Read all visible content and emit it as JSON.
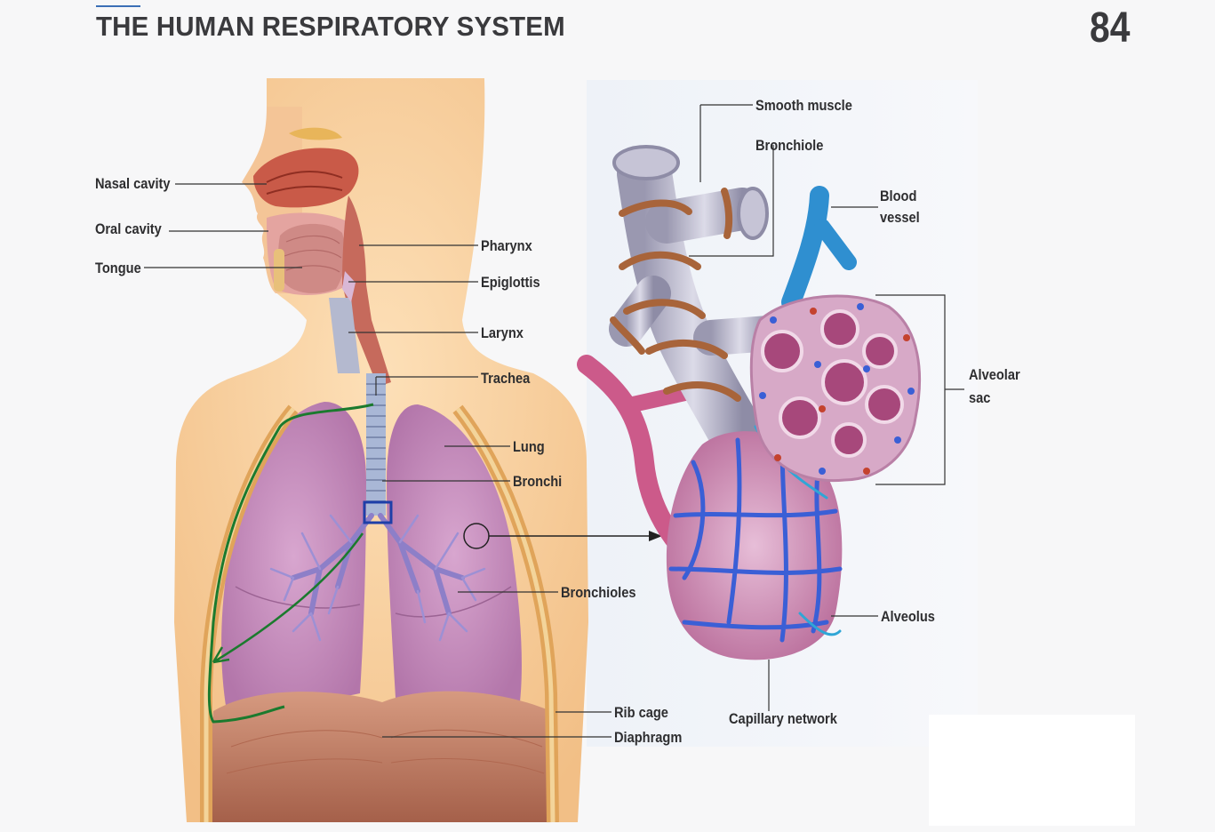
{
  "header": {
    "title": "THE HUMAN RESPIRATORY SYSTEM",
    "page_number": "84"
  },
  "labels": {
    "nasal_cavity": "Nasal cavity",
    "oral_cavity": "Oral cavity",
    "tongue": "Tongue",
    "pharynx": "Pharynx",
    "epiglottis": "Epiglottis",
    "larynx": "Larynx",
    "trachea": "Trachea",
    "lung": "Lung",
    "bronchi": "Bronchi",
    "bronchioles": "Bronchioles",
    "rib_cage": "Rib cage",
    "diaphragm": "Diaphragm",
    "smooth_muscle": "Smooth muscle",
    "bronchiole": "Bronchiole",
    "blood_vessel_line1": "Blood",
    "blood_vessel_line2": "vessel",
    "alveolar_sac_line1": "Alveolar",
    "alveolar_sac_line2": "sac",
    "alveolus": "Alveolus",
    "capillary_network": "Capillary network"
  },
  "colors": {
    "skin": "#f6cfa0",
    "lung": "#c98fc0",
    "bronchus_tree": "#8d7fc8",
    "trachea": "#a9b7d6",
    "diaphragm": "#b8735a",
    "vein_blue": "#2f8fd0",
    "artery_pink": "#cc5a8a",
    "muscle_band": "#a8643a",
    "annotation_green": "#1b7a2e",
    "text": "#2e2e30"
  }
}
